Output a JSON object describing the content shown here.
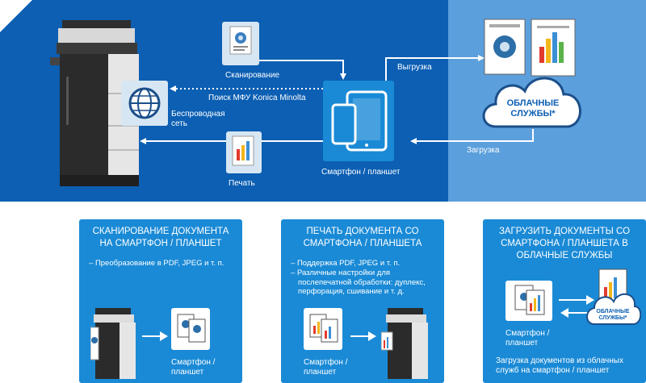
{
  "top": {
    "scan": "Сканирование",
    "search": "Поиск МФУ Konica Minolta",
    "wireless": "Беспроводная сеть",
    "print": "Печать",
    "device": "Смартфон / планшет",
    "upload": "Выгрузка",
    "download": "Загрузка",
    "cloud": "ОБЛАЧНЫЕ СЛУЖБЫ*"
  },
  "panels": [
    {
      "title": "СКАНИРОВАНИЕ ДОКУМЕНТА НА СМАРТФОН / ПЛАНШЕТ",
      "bullets": [
        "Преобразование в PDF, JPEG и т. п."
      ],
      "device": "Смартфон / планшет"
    },
    {
      "title": "ПЕЧАТЬ ДОКУМЕНТА СО СМАРТФОНА / ПЛАНШЕТА",
      "bullets": [
        "Поддержка PDF, JPEG и т. п.",
        "Различные настройки для послепечатной обработки: дуплекс, перфорация, сшивание и т. д."
      ],
      "device": "Смартфон / планшет"
    },
    {
      "title": "ЗАГРУЗИТЬ ДОКУМЕНТЫ СО СМАРТФОНА / ПЛАНШЕТА В ОБЛАЧНЫЕ СЛУЖБЫ",
      "device": "Смартфон / планшет",
      "cloud": "ОБЛАЧНЫЕ СЛУЖБЫ*",
      "note": "Загрузка документов из облачных служб на смартфон / планшет"
    }
  ],
  "colors": {
    "dark_blue": "#0c5fb3",
    "mid_blue": "#1a8ad6",
    "light_blue": "#5b9fdc"
  }
}
